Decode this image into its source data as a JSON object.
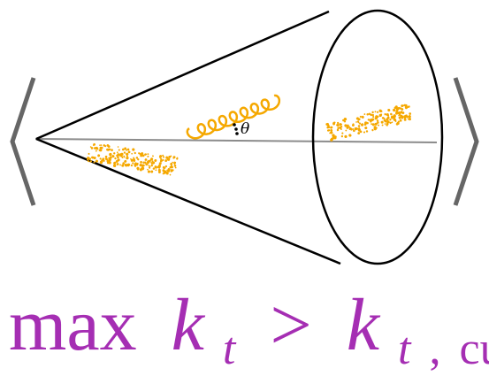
{
  "diagram": {
    "angle_label": "θ",
    "formula": {
      "max": "max",
      "lhs_var": "k",
      "lhs_sub": "t",
      "relation": ">",
      "rhs_var": "k",
      "rhs_sub_t": "t",
      "rhs_sub_sep": ",",
      "rhs_sub_cut": "cut"
    }
  },
  "colors": {
    "outline": "#000000",
    "axis": "#8c8c8c",
    "bracket": "#666666",
    "particles": "#f5a800",
    "formula": "#a52eb3"
  }
}
